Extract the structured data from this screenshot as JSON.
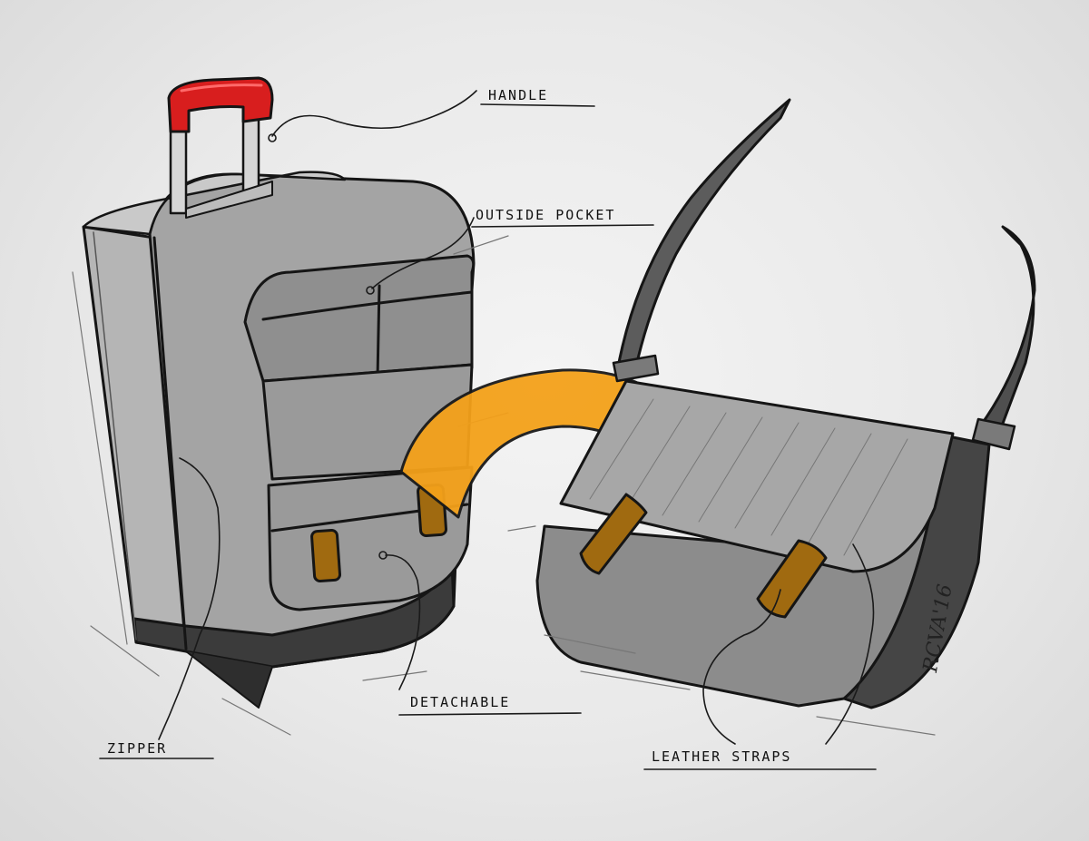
{
  "labels": {
    "handle": "HANDLE",
    "outside_pocket": "OUTSIDE POCKET",
    "detachable": "DETACHABLE",
    "zipper": "ZIPPER",
    "leather_straps": "LEATHER STRAPS"
  },
  "signature": "RCVA'16",
  "colors": {
    "handle_red": "#d81e1e",
    "arrow_orange": "#f4a11a",
    "leather_brown": "#a06a10",
    "case_gray": "#9b9b9b",
    "base_dark": "#3a3a3a",
    "paper": "#ececec"
  }
}
